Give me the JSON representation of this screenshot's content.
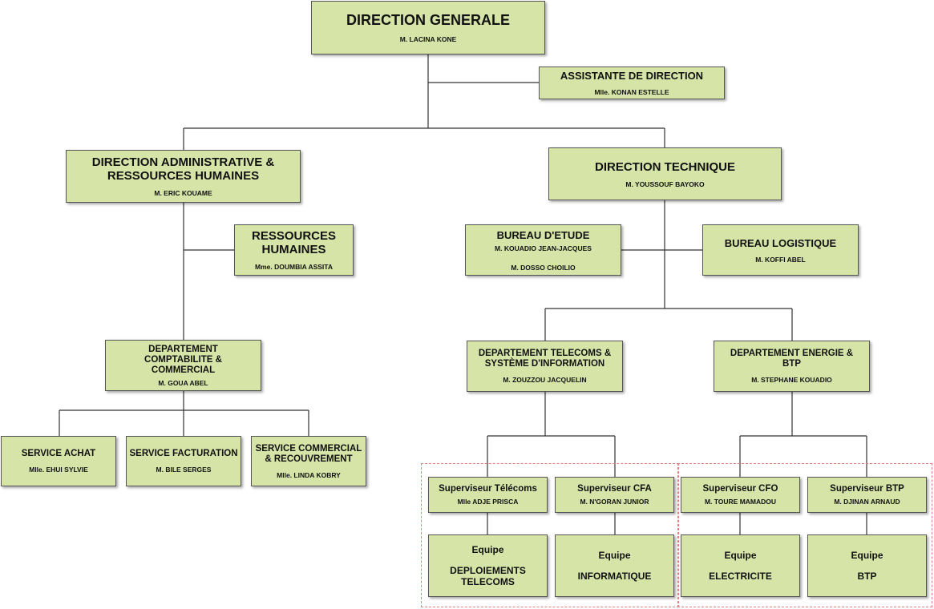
{
  "direction_generale": {
    "title": "DIRECTION GENERALE",
    "name": "M. LACINA KONE"
  },
  "assistante": {
    "title": "ASSISTANTE DE DIRECTION",
    "name": "Mlle. KONAN ESTELLE"
  },
  "daf": {
    "title_line1": "DIRECTION ADMINISTRATIVE &",
    "title_line2": "RESSOURCES HUMAINES",
    "name": "M. ERIC KOUAME"
  },
  "rh": {
    "title_line1": "RESSOURCES",
    "title_line2": "HUMAINES",
    "name": "Mme. DOUMBIA  ASSITA"
  },
  "dept_compta": {
    "title_line1": "DEPARTEMENT",
    "title_line2": "COMPTABILITE &",
    "title_line3": "COMMERCIAL",
    "name": "M. GOUA ABEL"
  },
  "service_achat": {
    "title": "SERVICE ACHAT",
    "name": "Mlle. EHUI SYLVIE"
  },
  "service_facturation": {
    "title": "SERVICE FACTURATION",
    "name": "M. BILE SERGES"
  },
  "service_commercial": {
    "title_line1": "SERVICE COMMERCIAL",
    "title_line2": "& RECOUVREMENT",
    "name": "Mlle. LINDA KOBRY"
  },
  "direction_technique": {
    "title": "DIRECTION TECHNIQUE",
    "name": "M. YOUSSOUF BAYOKO"
  },
  "bureau_etude": {
    "title": "BUREAU D'ETUDE",
    "name1": "M. KOUADIO JEAN-JACQUES",
    "name2": "M. DOSSO CHOILIO"
  },
  "bureau_logistique": {
    "title": "BUREAU LOGISTIQUE",
    "name": "M. KOFFI ABEL"
  },
  "dept_telecoms": {
    "title_line1": "DEPARTEMENT TELECOMS &",
    "title_line2": "SYSTÈME D'INFORMATION",
    "name": "M. ZOUZZOU JACQUELIN"
  },
  "dept_energie": {
    "title_line1": "DEPARTEMENT ENERGIE &",
    "title_line2": "BTP",
    "name": "M. STEPHANE KOUADIO"
  },
  "sup_telecoms": {
    "title": "Superviseur Télécoms",
    "name": "Mlle ADJE PRISCA"
  },
  "sup_cfa": {
    "title": "Superviseur CFA",
    "name": "M. N'GORAN JUNIOR"
  },
  "sup_cfo": {
    "title": "Superviseur CFO",
    "name": "M. TOURE MAMADOU"
  },
  "sup_btp": {
    "title": "Superviseur BTP",
    "name": "M. DJINAN ARNAUD"
  },
  "eq_telecoms": {
    "label": "Equipe",
    "line1": "DEPLOIEMENTS",
    "line2": "TELECOMS"
  },
  "eq_info": {
    "label": "Equipe",
    "line1": "INFORMATIQUE"
  },
  "eq_elec": {
    "label": "Equipe",
    "line1": "ELECTRICITE"
  },
  "eq_btp": {
    "label": "Equipe",
    "line1": "BTP"
  },
  "colors": {
    "box_fill": "#d7e4a8",
    "box_border": "#555555",
    "connector": "#333333",
    "dashed_group": "#e08080"
  }
}
